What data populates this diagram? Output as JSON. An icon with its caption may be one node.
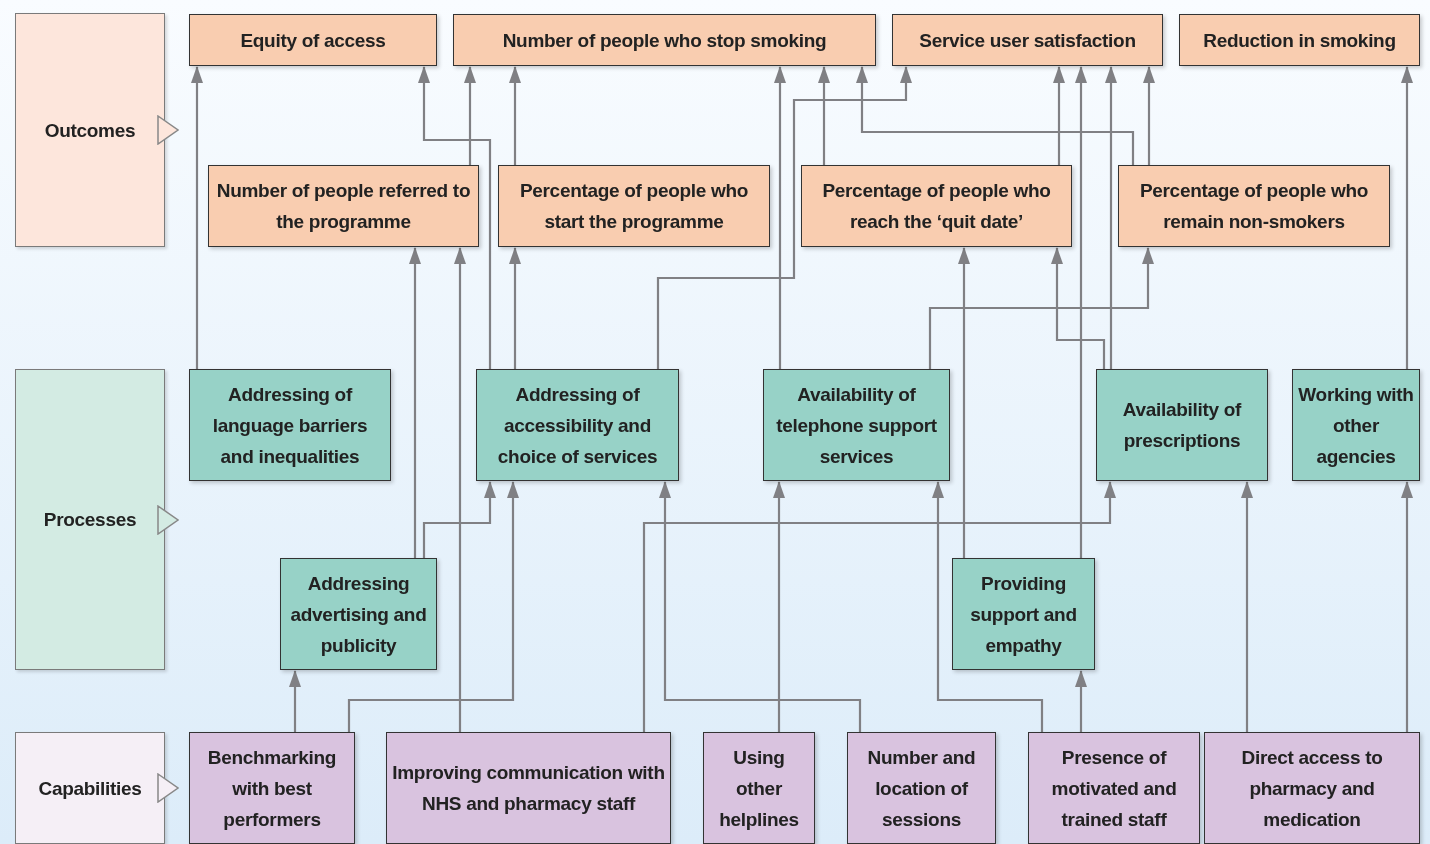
{
  "diagram": {
    "nodes": [
      {
        "text": [
          "Outcomes"
        ]
      },
      {
        "text": [
          "Processes"
        ]
      },
      {
        "text": [
          "Capabilities"
        ]
      },
      {
        "text": [
          "Equity of access"
        ]
      },
      {
        "text": [
          "Number of people who stop smoking"
        ]
      },
      {
        "text": [
          "Service user satisfaction"
        ]
      },
      {
        "text": [
          "Reduction in smoking"
        ]
      },
      {
        "text": [
          "Number of people referred to the programme"
        ]
      },
      {
        "text": [
          "Percentage of people who start the programme"
        ]
      },
      {
        "text": [
          "Percentage of people who reach the ‘quit date’"
        ]
      },
      {
        "text": [
          "Percentage of people who remain non-smokers"
        ]
      },
      {
        "text": [
          "Addressing of language barriers and inequalities"
        ]
      },
      {
        "text": [
          "Addressing of accessibility and choice of services"
        ]
      },
      {
        "text": [
          "Availability of telephone support services"
        ]
      },
      {
        "text": [
          "Availability of prescriptions"
        ]
      },
      {
        "text": [
          "Working with other agencies"
        ]
      },
      {
        "text": [
          "Addressing advertising and publicity"
        ]
      },
      {
        "text": [
          "Providing support and empathy"
        ]
      },
      {
        "text": [
          "Benchmarking with best performers"
        ]
      },
      {
        "text": [
          "Improving communication with NHS and pharmacy staff"
        ]
      },
      {
        "text": [
          "Using other helplines"
        ]
      },
      {
        "text": [
          "Number and location of sessions"
        ]
      },
      {
        "text": [
          "Presence of motivated and trained staff"
        ]
      },
      {
        "text": [
          "Direct access to pharmacy and medication"
        ]
      }
    ],
    "edges": [
      {
        "from": 11,
        "to": 3,
        "arrow": "to"
      },
      {
        "from": 12,
        "to": 3,
        "arrow": "to"
      },
      {
        "from": 7,
        "to": 4,
        "arrow": "to"
      },
      {
        "from": 8,
        "to": 4,
        "arrow": "to"
      },
      {
        "from": 13,
        "to": 4,
        "arrow": "to"
      },
      {
        "from": 9,
        "to": 4,
        "arrow": "to"
      },
      {
        "from": 10,
        "to": 4,
        "arrow": "to"
      },
      {
        "from": 12,
        "to": 5,
        "arrow": "to"
      },
      {
        "from": 9,
        "to": 5,
        "arrow": "to"
      },
      {
        "from": 17,
        "to": 5,
        "arrow": "to"
      },
      {
        "from": 14,
        "to": 5,
        "arrow": "to"
      },
      {
        "from": 10,
        "to": 5,
        "arrow": "to"
      },
      {
        "from": 15,
        "to": 6,
        "arrow": "to"
      },
      {
        "from": 16,
        "to": 7,
        "arrow": "to"
      },
      {
        "from": 19,
        "to": 7,
        "arrow": "to"
      },
      {
        "from": 12,
        "to": 8,
        "arrow": "to"
      },
      {
        "from": 17,
        "to": 9,
        "arrow": "to"
      },
      {
        "from": 14,
        "to": 9,
        "arrow": "to"
      },
      {
        "from": 13,
        "to": 10,
        "arrow": "to"
      },
      {
        "from": 16,
        "to": 12,
        "arrow": "to"
      },
      {
        "from": 18,
        "to": 12,
        "arrow": "to"
      },
      {
        "from": 21,
        "to": 12,
        "arrow": "to"
      },
      {
        "from": 20,
        "to": 13,
        "arrow": "to"
      },
      {
        "from": 22,
        "to": 13,
        "arrow": "to"
      },
      {
        "from": 19,
        "to": 14,
        "arrow": "to"
      },
      {
        "from": 23,
        "to": 14,
        "arrow": "to"
      },
      {
        "from": 23,
        "to": 15,
        "arrow": "to"
      },
      {
        "from": 18,
        "to": 16,
        "arrow": "to"
      },
      {
        "from": 22,
        "to": 17,
        "arrow": "to"
      }
    ]
  }
}
